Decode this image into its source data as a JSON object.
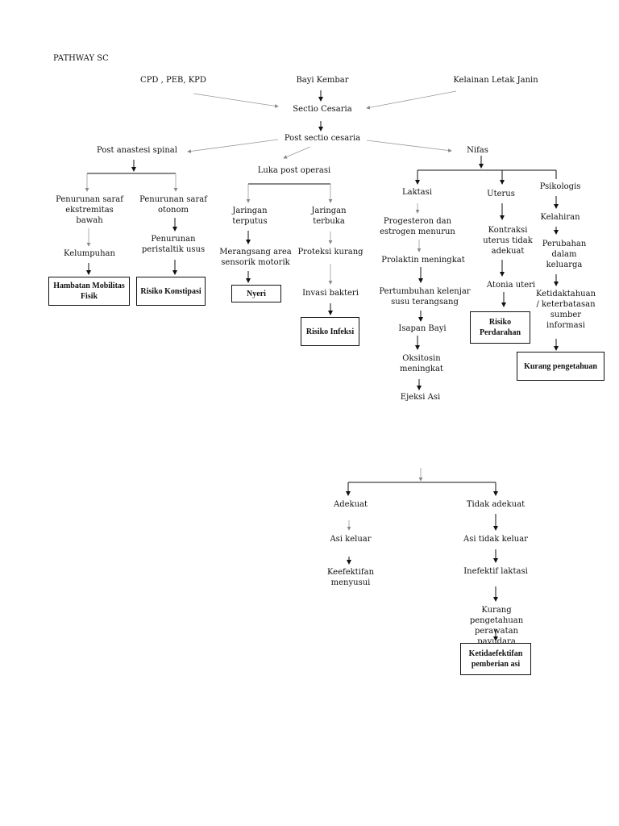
{
  "page": {
    "title": "PATHWAY SC"
  },
  "causes": {
    "cpd": "CPD , PEB, KPD",
    "twins": "Bayi Kembar",
    "malposition": "Kelainan Letak Janin"
  },
  "main": {
    "sectio": "Sectio Cesaria",
    "post_sectio": "Post sectio cesaria"
  },
  "anesthesia": {
    "label": "Post anastesi  spinal",
    "left_1": "Penurunan saraf ekstremitas bawah",
    "left_2": "Kelumpuhan",
    "left_dx": "Hambatan Mobilitas Fisik",
    "right_1": "Penurunan saraf otonom",
    "right_2": "Penurunan peristaltik usus",
    "right_dx": "Risiko Konstipasi"
  },
  "wound": {
    "label": "Luka post operasi",
    "left_1": "Jaringan terputus",
    "left_2": "Merangsang area sensorik motorik",
    "left_dx": "Nyeri",
    "right_1": "Jaringan terbuka",
    "right_2": "Proteksi kurang",
    "right_3": "Invasi bakteri",
    "right_dx": "Risiko Infeksi"
  },
  "nifas": {
    "label": "Nifas",
    "laktasi": {
      "label": "Laktasi",
      "s1": "Progesteron dan estrogen menurun",
      "s2": "Prolaktin meningkat",
      "s3": "Pertumbuhan kelenjar susu terangsang",
      "s4": "Isapan Bayi",
      "s5": "Oksitosin meningkat",
      "s6": "Ejeksi Asi"
    },
    "uterus": {
      "label": "Uterus",
      "s1": "Kontraksi uterus tidak adekuat",
      "s2": "Atonia uteri",
      "dx": "Risiko Perdarahan"
    },
    "psikologis": {
      "label": "Psikologis",
      "s1": "Kelahiran",
      "s2": "Perubahan dalam keluarga",
      "s3": "Ketidaktahuan / keterbatasan sumber informasi",
      "dx": "Kurang pengetahuan"
    }
  },
  "breastfeeding": {
    "adequate": "Adekuat",
    "adequate_1": "Asi keluar",
    "adequate_2": "Keefektifan menyusui",
    "inadequate": "Tidak adekuat",
    "inadequate_1": "Asi tidak keluar",
    "inadequate_2": "Inefektif laktasi",
    "inadequate_3": "Kurang pengetahuan perawatan payudara",
    "inadequate_dx": "Ketidaefektifan pemberian asi"
  }
}
